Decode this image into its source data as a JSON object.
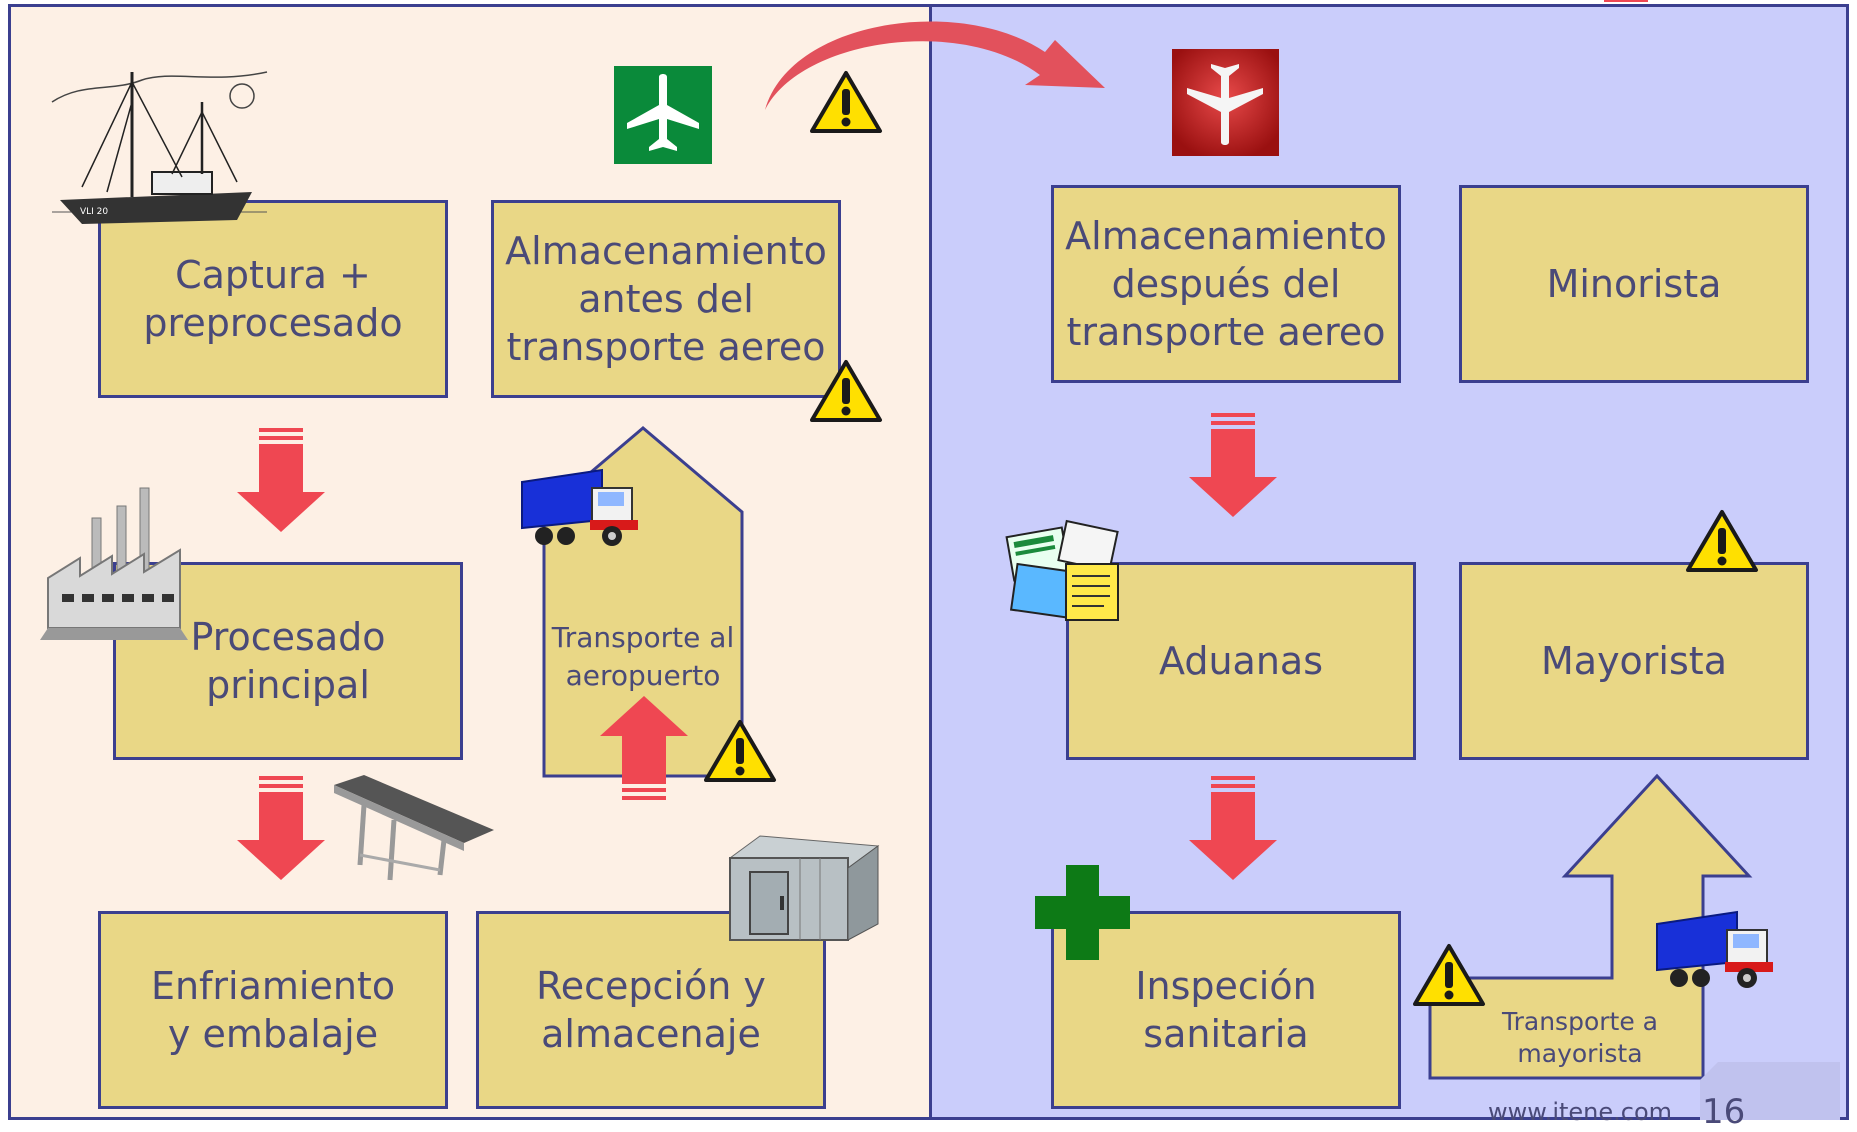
{
  "colors": {
    "left_panel": "#fdf0e5",
    "right_panel": "#cacdfb",
    "box_fill": "#e9d786",
    "box_border": "#3b3f8f",
    "arrow_red": "#ef4752",
    "warning_yellow": "#ffe000",
    "text": "#4a4a78"
  },
  "boxes": {
    "captura": "Captura +\npreprocesado",
    "almacenamiento_antes": "Almacenamiento\nantes del\ntransporte aereo",
    "procesado": "Procesado\nprincipal",
    "enfriamiento": "Enfriamiento\ny embalaje",
    "recepcion": "Recepción y\nalmacenaje",
    "almacenamiento_despues": "Almacenamiento\ndespués del\ntransporte aereo",
    "minorista": "Minorista",
    "aduanas": "Aduanas",
    "mayorista": "Mayorista",
    "inspeccion": "Inspeción\nsanitaria"
  },
  "labels": {
    "transporte_aeropuerto": "Transporte al\naeropuerto",
    "transporte_mayorista": "Transporte a\nmayorista"
  },
  "icons": [
    "fishing-boat-icon",
    "airport-departure-icon",
    "airport-arrival-icon",
    "factory-icon",
    "truck-icon",
    "conveyor-icon",
    "cold-room-icon",
    "documents-icon",
    "health-cross-icon",
    "warning-icon"
  ],
  "footer": {
    "url": "www.itene.com",
    "page": "16"
  }
}
